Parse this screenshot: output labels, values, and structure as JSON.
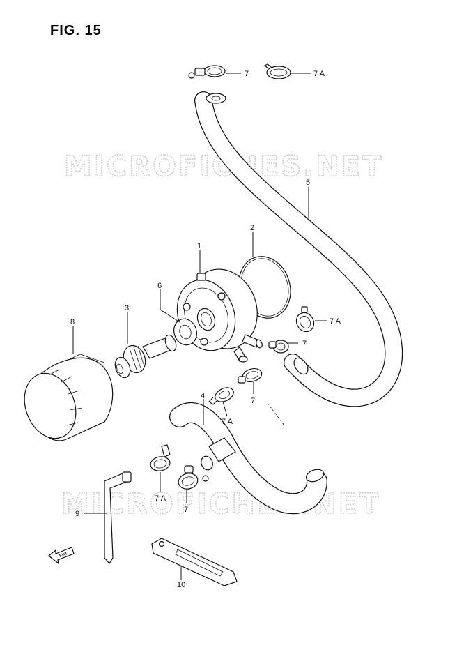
{
  "figure": {
    "title": "FIG. 15"
  },
  "watermark": {
    "top": "MICROFICHES.NET",
    "bottom": "MICROFICHES.NET"
  },
  "fwd_label": "FWD",
  "callouts": [
    {
      "id": "c7-top",
      "text": "7"
    },
    {
      "id": "c7a-top",
      "text": "7 A"
    },
    {
      "id": "c5",
      "text": "5"
    },
    {
      "id": "c2",
      "text": "2"
    },
    {
      "id": "c1",
      "text": "1"
    },
    {
      "id": "c6",
      "text": "6"
    },
    {
      "id": "c3",
      "text": "3"
    },
    {
      "id": "c8",
      "text": "8"
    },
    {
      "id": "c7a-mid",
      "text": "7 A"
    },
    {
      "id": "c7-mid1",
      "text": "7"
    },
    {
      "id": "c7-mid2",
      "text": "7"
    },
    {
      "id": "c4",
      "text": "4"
    },
    {
      "id": "c7a-hose",
      "text": "7 A"
    },
    {
      "id": "c7a-low",
      "text": "7 A"
    },
    {
      "id": "c7-low",
      "text": "7"
    },
    {
      "id": "c9",
      "text": "9"
    },
    {
      "id": "c10",
      "text": "10"
    }
  ]
}
